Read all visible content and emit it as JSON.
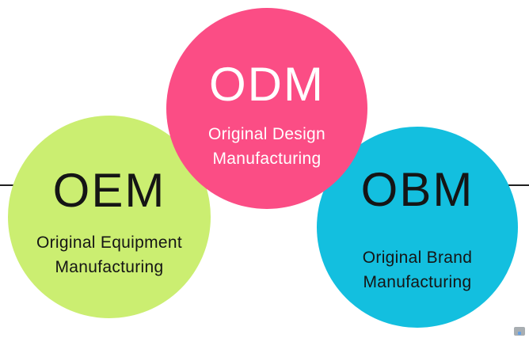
{
  "divider": {
    "color": "#1f1f1f"
  },
  "circles": [
    {
      "acronym": "ODM",
      "description_lines": [
        "Original Design",
        "Manufacturing"
      ],
      "fill": "#fb4d85",
      "text_color": "#ffffff"
    },
    {
      "acronym": "OEM",
      "description_lines": [
        "Original Equipment",
        "Manufacturing"
      ],
      "fill": "#cbee71",
      "text_color": "#151515"
    },
    {
      "acronym": "OBM",
      "description_lines": [
        "Original Brand",
        "Manufacturing"
      ],
      "fill": "#13bfdf",
      "text_color": "#151515"
    }
  ],
  "corner_artifact": {
    "icon": "cursor-fragment-icon",
    "color": "#99a0a5",
    "accent_color": "#4a90e2"
  }
}
